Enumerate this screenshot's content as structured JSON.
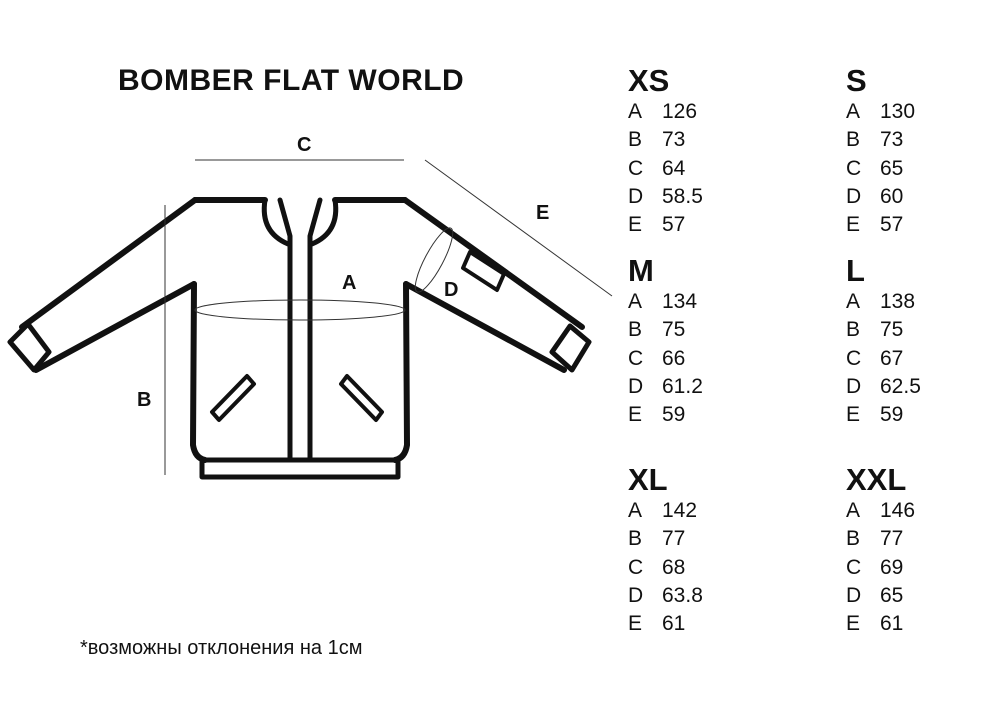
{
  "title": "BOMBER FLAT WORLD",
  "diagram_labels": {
    "a": "A",
    "b": "B",
    "c": "C",
    "d": "D",
    "e": "E"
  },
  "sizes": [
    {
      "name": "XS",
      "rows": [
        {
          "k": "A",
          "v": "126"
        },
        {
          "k": "B",
          "v": "73"
        },
        {
          "k": "C",
          "v": "64"
        },
        {
          "k": "D",
          "v": "58.5"
        },
        {
          "k": "E",
          "v": "57"
        }
      ]
    },
    {
      "name": "S",
      "rows": [
        {
          "k": "A",
          "v": "130"
        },
        {
          "k": "B",
          "v": "73"
        },
        {
          "k": "C",
          "v": "65"
        },
        {
          "k": "D",
          "v": "60"
        },
        {
          "k": "E",
          "v": "57"
        }
      ]
    },
    {
      "name": "M",
      "rows": [
        {
          "k": "A",
          "v": "134"
        },
        {
          "k": "B",
          "v": "75"
        },
        {
          "k": "C",
          "v": "66"
        },
        {
          "k": "D",
          "v": "61.2"
        },
        {
          "k": "E",
          "v": "59"
        }
      ]
    },
    {
      "name": "L",
      "rows": [
        {
          "k": "A",
          "v": "138"
        },
        {
          "k": "B",
          "v": "75"
        },
        {
          "k": "C",
          "v": "67"
        },
        {
          "k": "D",
          "v": "62.5"
        },
        {
          "k": "E",
          "v": "59"
        }
      ]
    },
    {
      "name": "XL",
      "rows": [
        {
          "k": "A",
          "v": "142"
        },
        {
          "k": "B",
          "v": "77"
        },
        {
          "k": "C",
          "v": "68"
        },
        {
          "k": "D",
          "v": "63.8"
        },
        {
          "k": "E",
          "v": "61"
        }
      ]
    },
    {
      "name": "XXL",
      "rows": [
        {
          "k": "A",
          "v": "146"
        },
        {
          "k": "B",
          "v": "77"
        },
        {
          "k": "C",
          "v": "69"
        },
        {
          "k": "D",
          "v": "65"
        },
        {
          "k": "E",
          "v": "61"
        }
      ]
    }
  ],
  "footnote": "*возможны отклонения на 1см"
}
